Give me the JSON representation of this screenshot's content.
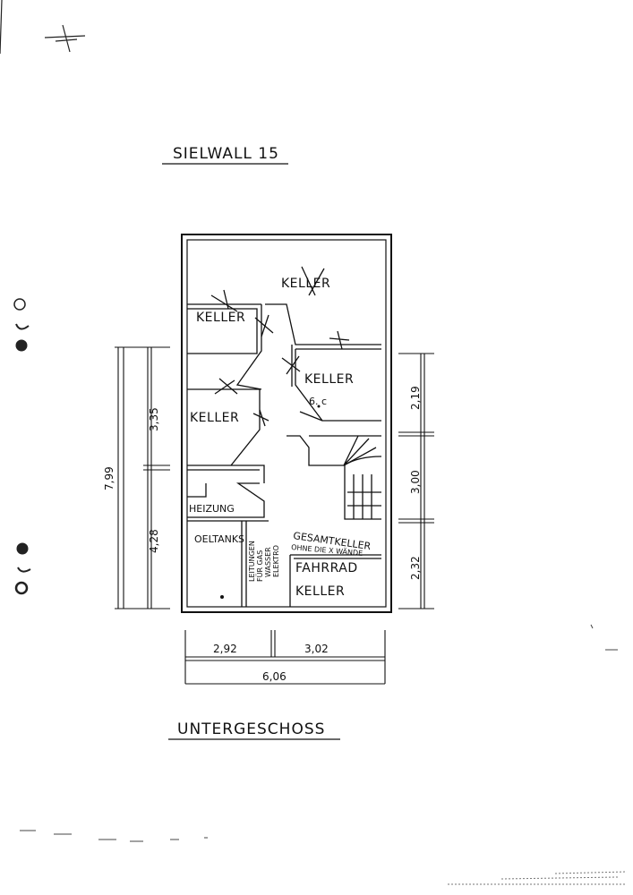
{
  "header": {
    "title": "SIELWALL 15"
  },
  "footer": {
    "title": "UNTERGESCHOSS"
  },
  "rooms": {
    "keller_top": "KELLER",
    "keller_left_upper": "KELLER",
    "keller_right": "KELLER",
    "keller_right_note": "6. c",
    "keller_left_lower": "KELLER",
    "heizung": "HEIZUNG",
    "oeltanks": "OELTANKS",
    "fahrrad": "FAHRRAD",
    "fahrrad_keller": "KELLER",
    "leitungen": [
      "LEITUNGEN",
      "FÜR GAS",
      "WASSER",
      "ELEKTRO"
    ],
    "gesamtkeller_1": "GESAMTKELLER",
    "gesamtkeller_2": "OHNE DIE X WÄNDE"
  },
  "dimensions": {
    "left_upper": "3,35",
    "left_lower": "4,28",
    "left_total": "7,99",
    "right_top": "2,19",
    "right_middle": "3,00",
    "right_bottom": "2,32",
    "bottom_left": "2,92",
    "bottom_right": "3,02",
    "bottom_total": "6,06"
  }
}
